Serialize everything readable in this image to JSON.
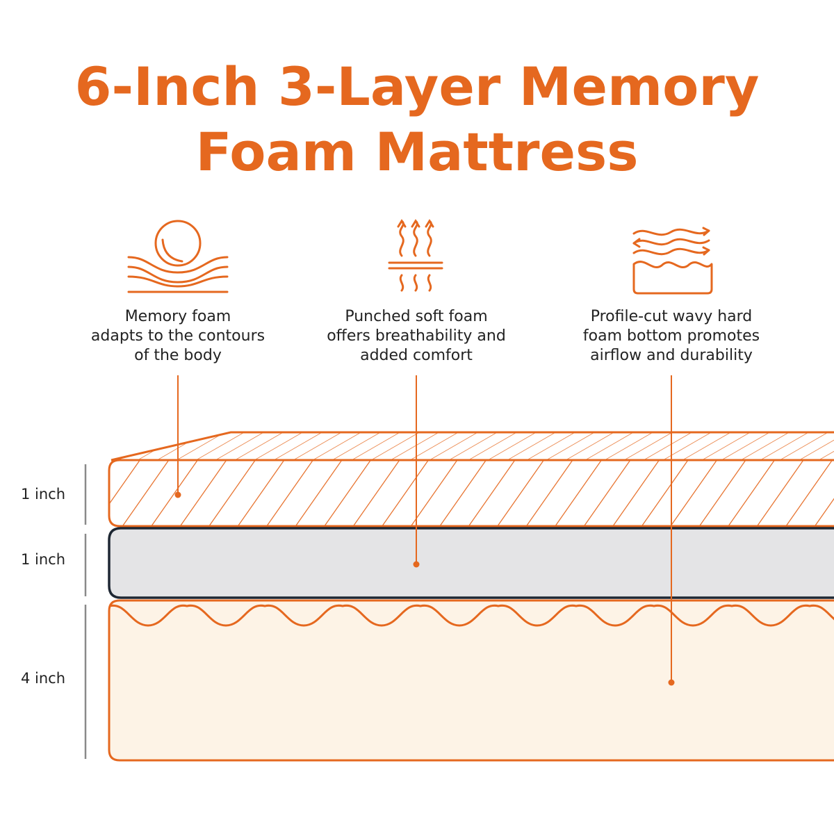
{
  "title": {
    "line1": "6-Inch 3-Layer Memory",
    "line2": "Foam Mattress"
  },
  "features": [
    {
      "icon": "memory-foam-icon",
      "lines": [
        "Memory foam",
        "adapts to the contours",
        "of the body"
      ]
    },
    {
      "icon": "breathable-foam-icon",
      "lines": [
        "Punched soft foam",
        "offers breathability and",
        "added comfort"
      ]
    },
    {
      "icon": "wavy-foam-icon",
      "lines": [
        "Profile-cut wavy hard",
        "foam bottom promotes",
        "airflow and durability"
      ]
    }
  ],
  "layers": [
    {
      "label": "1 inch",
      "inches": 1,
      "fill": "#FFFFFF",
      "pattern": "diagonal-hatch"
    },
    {
      "label": "1 inch",
      "inches": 1,
      "fill": "#E4E4E6",
      "pattern": "solid"
    },
    {
      "label": "4 inch",
      "inches": 4,
      "fill": "#FDF3E6",
      "pattern": "wavy-top"
    }
  ],
  "colors": {
    "accent": "#E5681F",
    "text": "#222222",
    "outline_dark": "#1E2733",
    "ruler": "#8A8A8A"
  }
}
